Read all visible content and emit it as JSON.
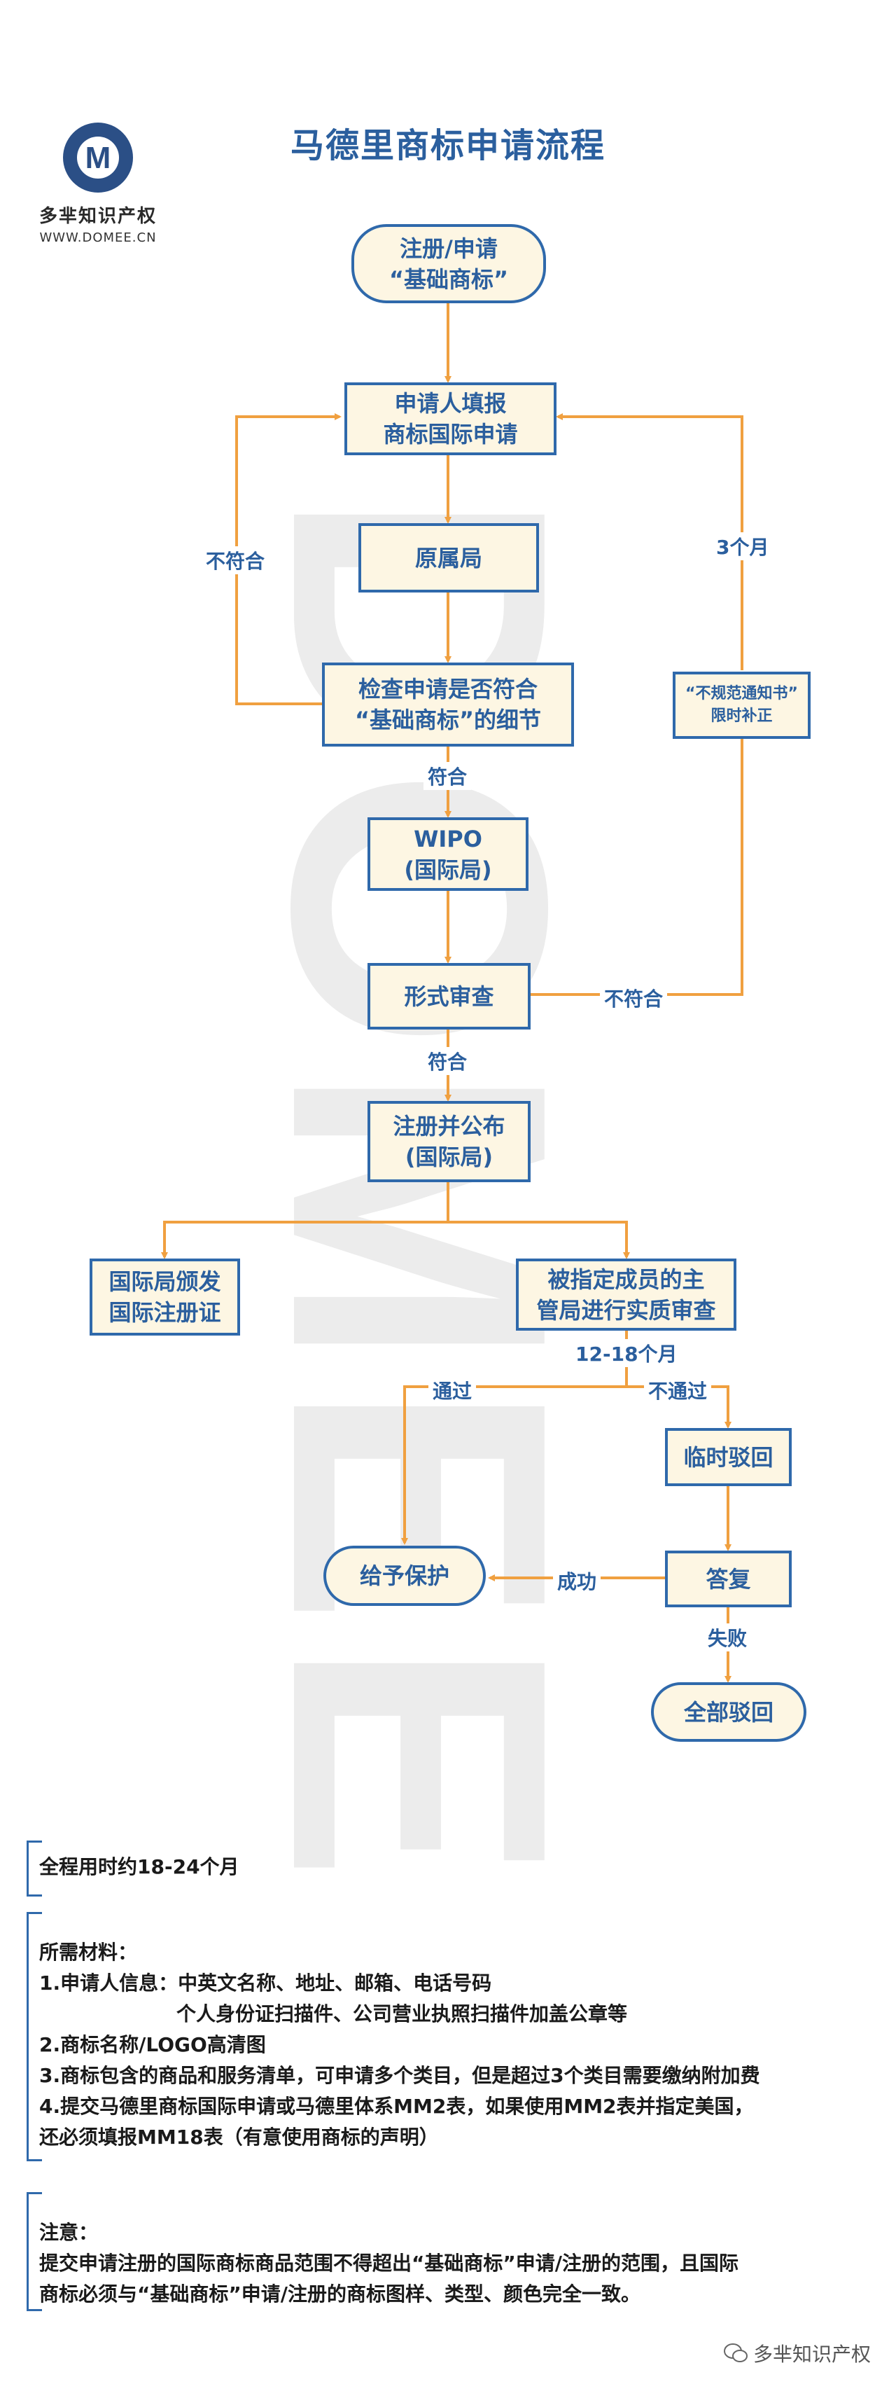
{
  "title": "马德里商标申请流程",
  "logo": {
    "letter": "M",
    "name": "多芈知识产权",
    "url": "WWW.DOMEE.CN"
  },
  "watermark": "DOMEE",
  "flow": {
    "start": [
      "注册/申请",
      "“基础商标”"
    ],
    "fill_application": [
      "申请人填报",
      "商标国际申请"
    ],
    "origin_office": "原属局",
    "check": [
      "检查申请是否符合",
      "“基础商标”的细节"
    ],
    "wipo": [
      "WIPO",
      "(国际局)"
    ],
    "formal_exam": "形式审查",
    "register_publish": [
      "注册并公布",
      "(国际局)"
    ],
    "issue_cert": [
      "国际局颁发",
      "国际注册证"
    ],
    "substantive": [
      "被指定成员的主",
      "管局进行实质审查"
    ],
    "provisional_refusal": "临时驳回",
    "reply": "答复",
    "grant_protection": "给予保护",
    "full_refusal": "全部驳回",
    "irregularity_notice": [
      "“不规范通知书”",
      "限时补正"
    ]
  },
  "labels": {
    "not_comply_left": "不符合",
    "three_months": "3个月",
    "comply_1": "符合",
    "not_comply_formal": "不符合",
    "comply_2": "符合",
    "period": "12-18个月",
    "pass": "通过",
    "not_pass": "不通过",
    "success": "成功",
    "fail": "失败"
  },
  "notes": {
    "duration": "全程用时约18-24个月",
    "materials": [
      "所需材料：",
      "1.申请人信息：中英文名称、地址、邮箱、电话号码",
      "　　　　　　　个人身份证扫描件、公司营业执照扫描件加盖公章等",
      "2.商标名称/LOGO高清图",
      "3.商标包含的商品和服务清单，可申请多个类目，但是超过3个类目需要缴纳附加费",
      "4.提交马德里商标国际申请或马德里体系MM2表，如果使用MM2表并指定美国，",
      "还必须填报MM18表（有意使用商标的声明）"
    ],
    "attention": [
      "注意：",
      "提交申请注册的国际商标商品范围不得超出“基础商标”申请/注册的范围，且国际",
      "商标必须与“基础商标”申请/注册的商标图样、类型、颜色完全一致。"
    ]
  },
  "footer": "多芈知识产权",
  "colors": {
    "blue": "#2f69ab",
    "orange": "#f0a040",
    "box_fill": "#fdf6e3"
  }
}
